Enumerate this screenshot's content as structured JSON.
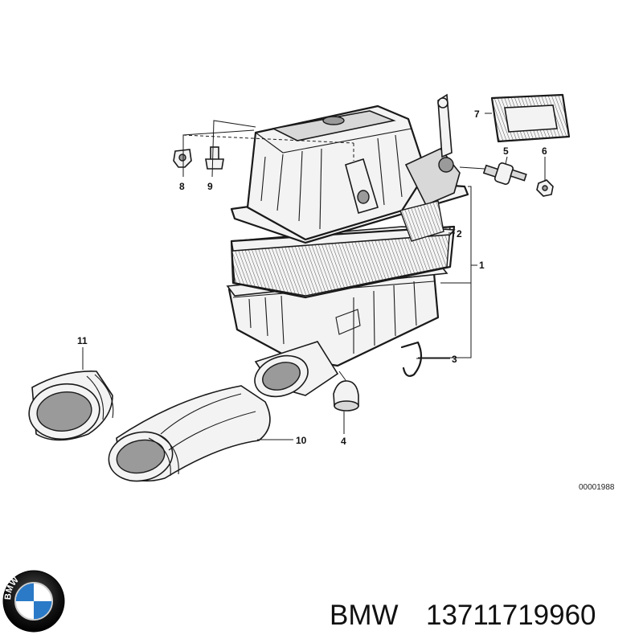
{
  "diagram": {
    "callouts": [
      {
        "id": "1",
        "label": "1"
      },
      {
        "id": "2",
        "label": "2"
      },
      {
        "id": "3",
        "label": "3"
      },
      {
        "id": "4",
        "label": "4"
      },
      {
        "id": "5",
        "label": "5"
      },
      {
        "id": "6",
        "label": "6"
      },
      {
        "id": "7",
        "label": "7"
      },
      {
        "id": "8",
        "label": "8"
      },
      {
        "id": "9",
        "label": "9"
      },
      {
        "id": "10",
        "label": "10"
      },
      {
        "id": "11",
        "label": "11"
      }
    ],
    "reference_number": "00001988"
  },
  "footer": {
    "brand": "BMW",
    "part_number": "13711719960",
    "logo_letters": "BMW"
  },
  "colors": {
    "ink": "#1a1a1a",
    "logo_blue": "#2b7ac7",
    "logo_ring": "#111111"
  }
}
